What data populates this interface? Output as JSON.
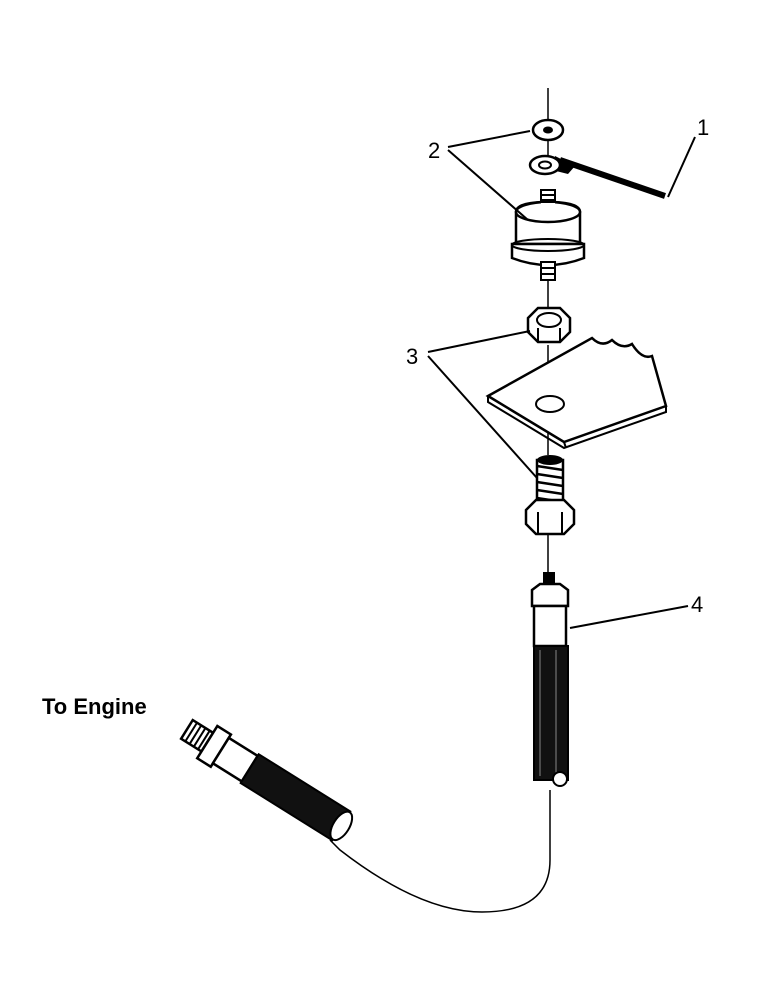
{
  "diagram": {
    "engine_label": "To Engine",
    "callouts": [
      {
        "id": "1",
        "text": "1"
      },
      {
        "id": "2",
        "text": "2"
      },
      {
        "id": "3",
        "text": "3"
      },
      {
        "id": "4",
        "text": "4"
      }
    ]
  }
}
